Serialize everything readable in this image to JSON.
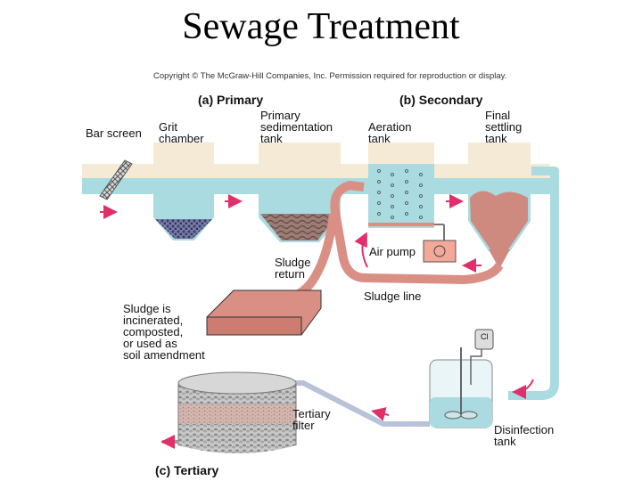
{
  "title": "Sewage Treatment",
  "copyright": "Copyright © The McGraw-Hill Companies, Inc. Permission required for reproduction or display.",
  "sections": {
    "primary": "(a) Primary",
    "secondary": "(b) Secondary",
    "tertiary": "(c) Tertiary"
  },
  "labels": {
    "bar_screen": "Bar screen",
    "grit_chamber": "Grit\nchamber",
    "primary_sedimentation": "Primary\nsedimentation\ntank",
    "aeration_tank": "Aeration\ntank",
    "final_settling": "Final\nsettling\ntank",
    "air_pump": "Air pump",
    "sludge_return": "Sludge\nreturn",
    "sludge_line": "Sludge line",
    "sludge_fate": "Sludge is\nincinerated,\ncomposted,\nor used as\nsoil amendment",
    "cl": "Cl",
    "tertiary_filter": "Tertiary\nfilter",
    "disinfection_tank": "Disinfection\ntank"
  },
  "colors": {
    "water": "#a9dbe0",
    "sludge": "#d98f84",
    "ground": "#f4ead6",
    "arrow": "#e0306a"
  }
}
